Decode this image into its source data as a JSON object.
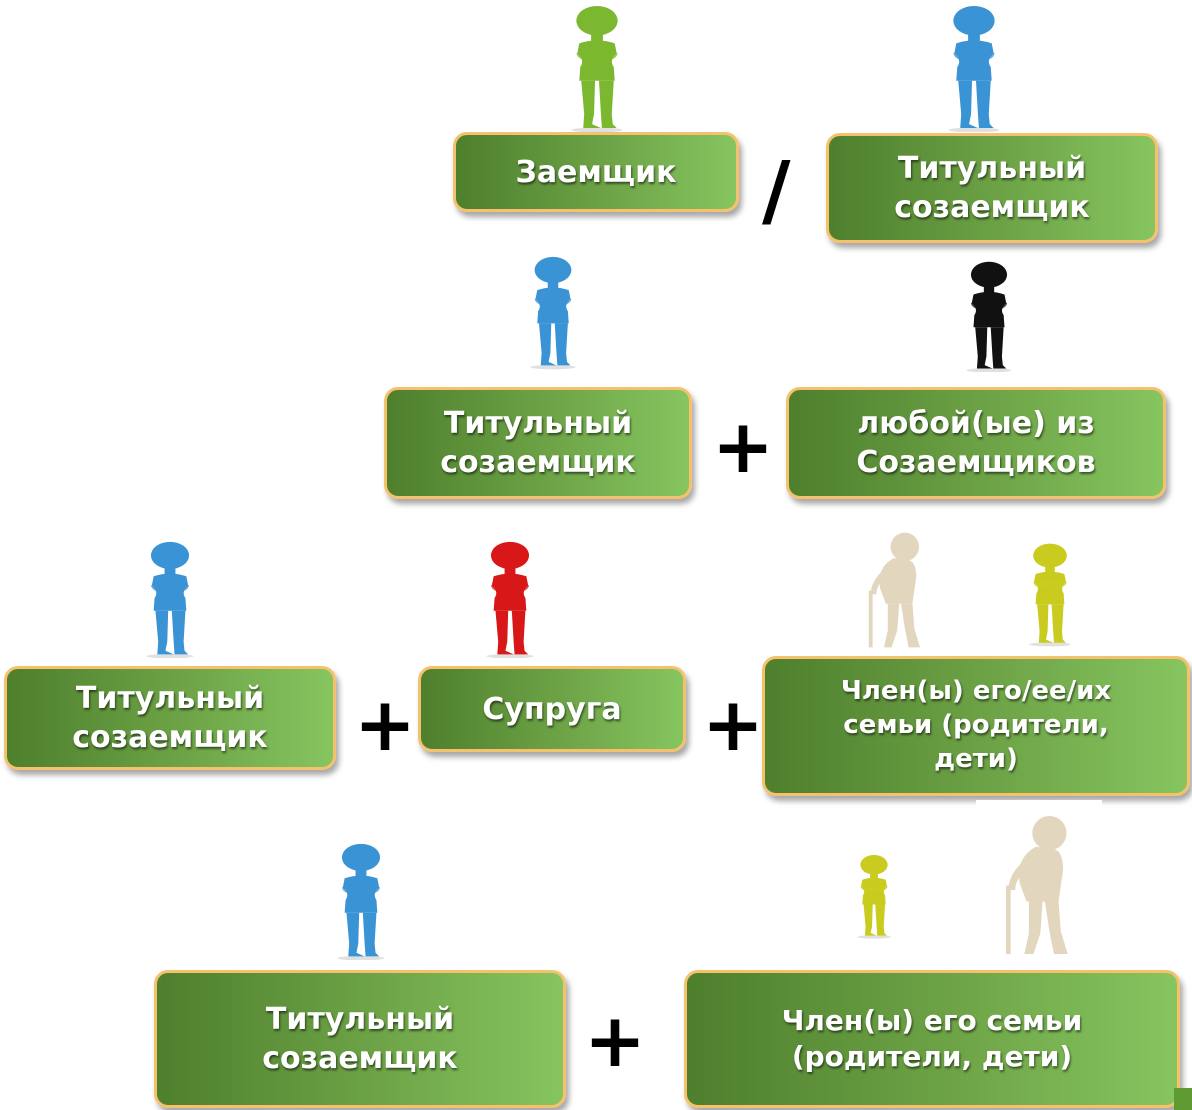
{
  "colors": {
    "box_dark": "#4e7f2d",
    "box_light": "#86c560",
    "box_border": "#f5c16c",
    "green_person": "#7cb82f",
    "blue_person": "#3a93d4",
    "black_person": "#111111",
    "red_person": "#d81818",
    "yellow_person": "#c9cc1f",
    "elder_person": "#e3d6be"
  },
  "row1": {
    "borrower_label": "Заемщик",
    "separator": "/",
    "title_coborrower_label": "Титульный\nсозаемщик",
    "icons": [
      "green-person-icon",
      "blue-person-icon"
    ]
  },
  "row2": {
    "title_coborrower_label": "Титульный\nсозаемщик",
    "operator": "+",
    "any_coborrowers_label": "любой(ые) из\nСозаемщиков",
    "icons": [
      "blue-person-icon",
      "black-person-icon"
    ]
  },
  "row3": {
    "title_coborrower_label": "Титульный\nсозаемщик",
    "operator1": "+",
    "spouse_label": "Супруга",
    "operator2": "+",
    "family_label": "Член(ы) его/ее/их\nсемьи (родители,\nдети)",
    "icons": [
      "blue-person-icon",
      "red-person-icon",
      "elder-person-icon",
      "yellow-person-icon"
    ]
  },
  "row4": {
    "title_coborrower_label": "Титульный\nсозаемщик",
    "operator": "+",
    "family_label": "Член(ы) его семьи\n(родители, дети)",
    "icons": [
      "blue-person-icon",
      "yellow-person-icon",
      "elder-person-icon"
    ]
  }
}
